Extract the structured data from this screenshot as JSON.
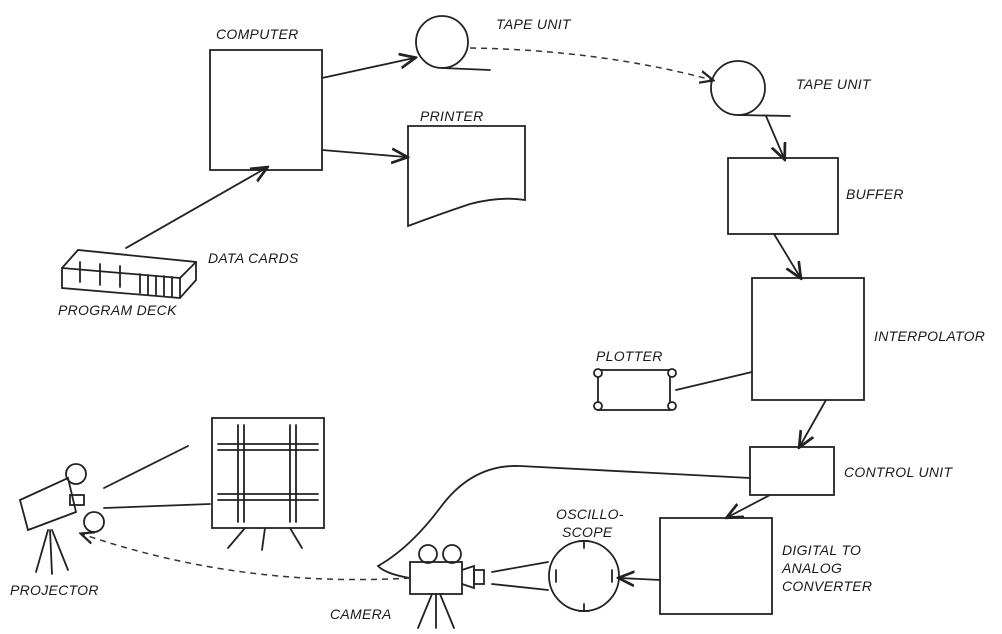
{
  "labels": {
    "computer": "COMPUTER",
    "tape_unit_1": "TAPE UNIT",
    "tape_unit_2": "TAPE UNIT",
    "printer": "PRINTER",
    "buffer": "BUFFER",
    "data_cards": "DATA CARDS",
    "program_deck": "PROGRAM DECK",
    "interpolator": "INTERPOLATOR",
    "plotter": "PLOTTER",
    "control_unit": "CONTROL UNIT",
    "oscilloscope_line1": "OSCILLO-",
    "oscilloscope_line2": "SCOPE",
    "digital_to_analog_line1": "DIGITAL TO",
    "digital_to_analog_line2": "ANALOG",
    "digital_to_analog_line3": "CONVERTER",
    "projector": "PROJECTOR",
    "camera": "CAMERA"
  },
  "colors": {
    "ink": "#222222",
    "paper": "#ffffff"
  }
}
